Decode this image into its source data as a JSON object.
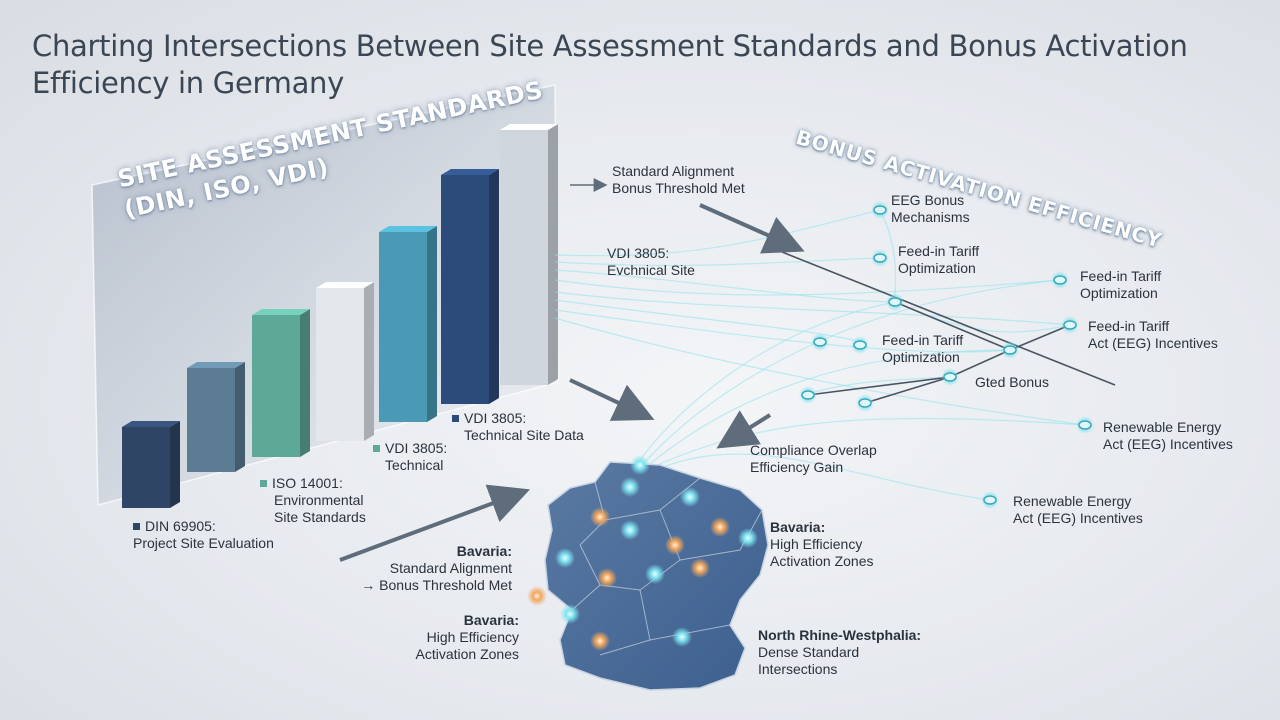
{
  "title": "Charting Intersections Between Site Assessment Standards and Bonus Activation Efficiency in Germany",
  "panel": {
    "title_line1": "SITE ASSESSMENT STANDARDS",
    "title_line2": "(DIN, ISO, VDI)"
  },
  "bonus_heading": "BONUS ACTIVATION EFFICIENCY",
  "bar_labels": [
    {
      "title": "DIN 69905:",
      "lines": [
        "Project Site Evaluation"
      ]
    },
    {
      "title": "ISO 14001:",
      "lines": [
        "Environmental",
        "Site Standards"
      ]
    },
    {
      "title": "VDI 3805:",
      "lines": [
        "Technical"
      ]
    },
    {
      "title": "VDI 3805:",
      "lines": [
        "Technical Site Data"
      ]
    }
  ],
  "flow_labels": {
    "top": {
      "line1": "Standard Alignment",
      "line2": "Bonus Threshold Met"
    },
    "vdi": {
      "line1": "VDI 3805:",
      "line2": "Evchnical Site"
    }
  },
  "nodes": [
    {
      "line1": "EEG Bonus",
      "line2": "Mechanisms"
    },
    {
      "line1": "Feed-in Tariff",
      "line2": "Optimization"
    },
    {
      "line1": "Feed-in Tariff",
      "line2": "Optimization"
    },
    {
      "line1": "Feed-in Tariff",
      "line2": "Act (EEG) Incentives"
    },
    {
      "line1": "Feed-in Tariff",
      "line2": "Optimization"
    },
    {
      "line1": "Gted Bonus",
      "line2": ""
    },
    {
      "line1": "Renewable Energy",
      "line2": "Act (EEG) Incentives"
    },
    {
      "line1": "Renewable Energy",
      "line2": "Act (EEG) Incentives"
    },
    {
      "line1": "Compliance Overlap",
      "line2": "Efficiency Gain"
    }
  ],
  "map_labels": {
    "bavaria_left": {
      "title": "Bavaria:",
      "line1": "Standard Alignment",
      "line2": "→ Bonus Threshold Met"
    },
    "bavaria_bottom": {
      "title": "Bavaria:",
      "line1": "High Efficiency",
      "line2": "Activation Zones"
    },
    "bavaria_right": {
      "title": "Bavaria:",
      "line1": "High Efficiency",
      "line2": "Activation Zones"
    },
    "nrw": {
      "title": "North Rhine-Westphalia:",
      "line1": "Dense Standard",
      "line2": "Intersections"
    }
  },
  "colors": {
    "bars": [
      "#2e4566",
      "#5b7c93",
      "#5ea897",
      "#e3e7ec",
      "#4a9ab5",
      "#2c4a7a",
      "#cfd6de"
    ],
    "glow": "#6fd8e6",
    "warm": "#f2a15a",
    "map": "#4a6a95"
  }
}
